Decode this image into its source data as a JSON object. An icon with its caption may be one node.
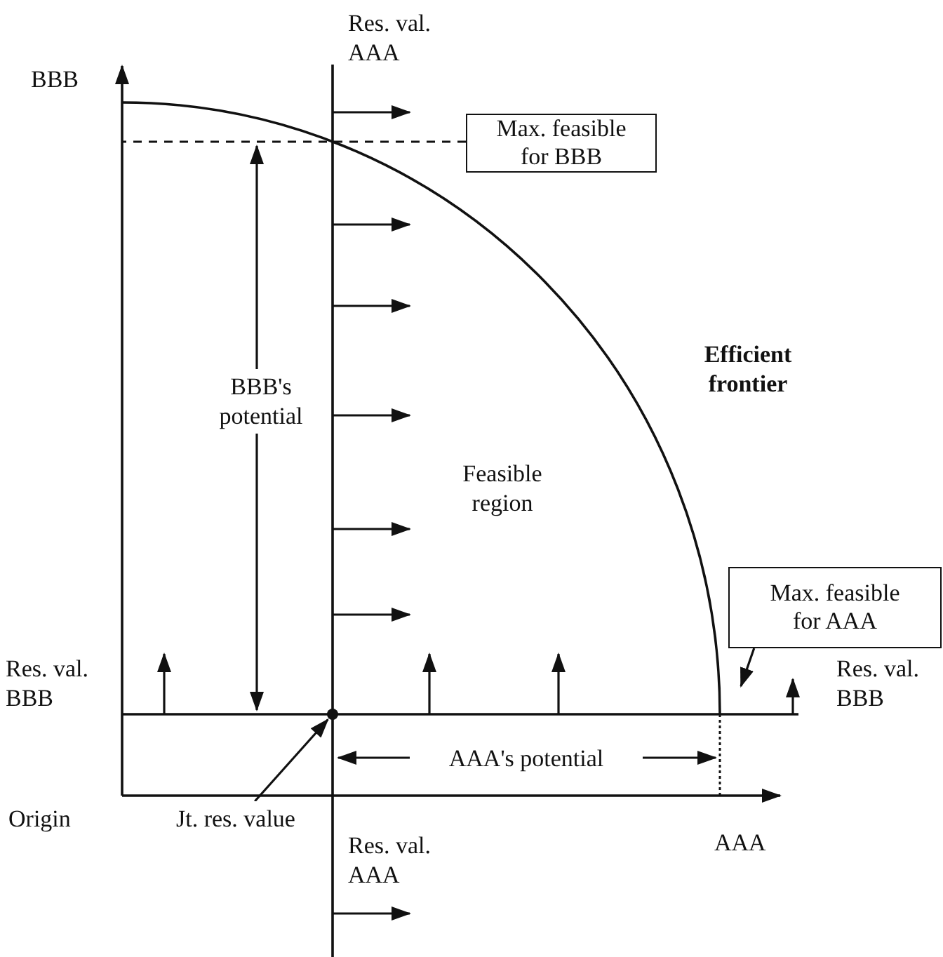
{
  "diagram": {
    "nodes": [
      {
        "text": [
          "Max. feasible for BBB"
        ]
      },
      {
        "text": [
          "Max. feasible for AAA"
        ]
      },
      {
        "text": [
          "Jt. res. value"
        ]
      },
      {
        "text": [],
        "shape": "circle"
      }
    ],
    "edges": [
      {
        "from": 1,
        "to": null,
        "arrow": "to"
      },
      {
        "from": 2,
        "to": 3,
        "arrow": "to"
      },
      {
        "from": 0,
        "to": null,
        "arrow": "none",
        "style": "dashed"
      }
    ],
    "labels": [
      "Res. val. AAA",
      "BBB",
      "Efficient frontier",
      "BBB's potential",
      "Feasible region",
      "Res. val. BBB",
      "Res. val. BBB",
      "AAA's potential",
      "Origin",
      "Res. val. AAA",
      "AAA"
    ]
  }
}
